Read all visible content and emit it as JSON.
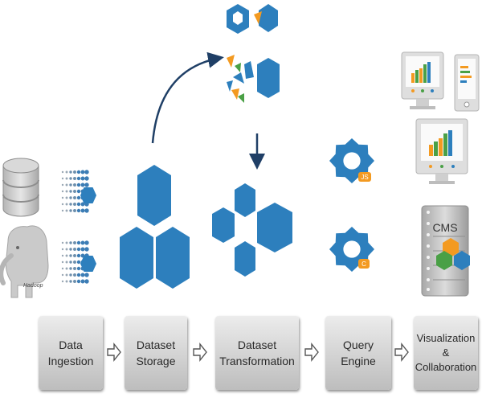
{
  "colors": {
    "hex_blue": "#2d7fbd",
    "hex_blue_dark": "#1f6aa3",
    "orange": "#f39a21",
    "green": "#4aa046",
    "cylinder": "#cfcfcf",
    "elephant": "#c9c9c9",
    "monitor_frame": "#dedede",
    "cms_server": "#c9c9c9",
    "stage_box": "#d5d5d5"
  },
  "icons": {
    "database": "database-cylinder-icon",
    "hadoop": "hadoop-elephant-icon",
    "data_grid": "dot-grid-icon",
    "storage": "hexagon-cluster-icon",
    "transform": "hexagon-transform-icon",
    "engine": "gear-icon",
    "monitor": "monitor-bar-chart-icon",
    "cms": "cms-server-icon"
  },
  "labels": {
    "hadoop": "Hadoop",
    "gear_top": "JS",
    "gear_bottom": "C",
    "cms": "CMS"
  },
  "pipeline": [
    {
      "key": "ingestion",
      "label": "Data\nIngestion"
    },
    {
      "key": "storage",
      "label": "Dataset\nStorage"
    },
    {
      "key": "transformation",
      "label": "Dataset\nTransformation"
    },
    {
      "key": "query",
      "label": "Query Engine"
    },
    {
      "key": "visualization",
      "label": "Visualization\n&\nCollaboration"
    }
  ]
}
